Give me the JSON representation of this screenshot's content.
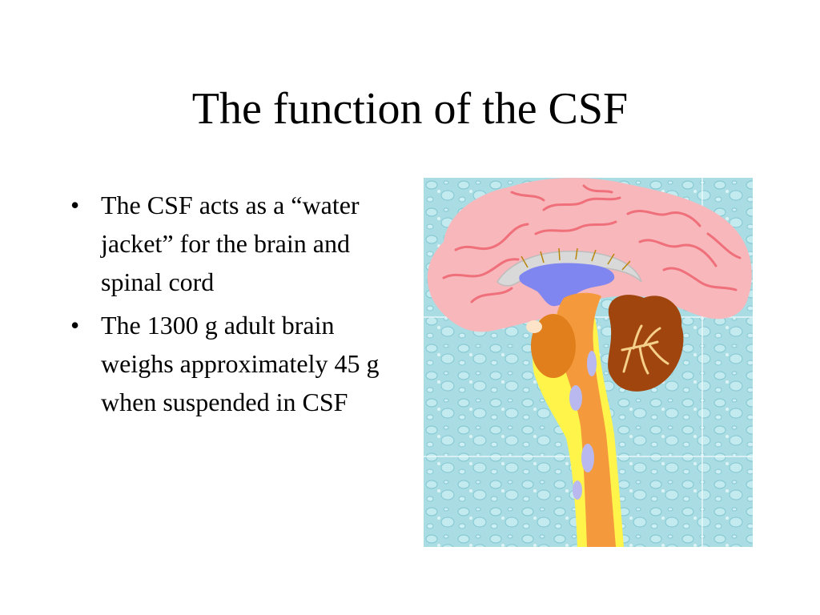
{
  "slide": {
    "title": "The function of the CSF",
    "bullet_glyph": "•",
    "bullets": [
      {
        "text": "The CSF acts as a “water jacket” for the brain and spinal cord"
      },
      {
        "text": "The 1300 g adult brain weighs approximately 45 g when suspended in CSF"
      }
    ]
  },
  "colors": {
    "background_water": "#a9dce3",
    "cerebrum": "#f7b7bb",
    "cerebrum_folds": "#ef6f7a",
    "ventricle": "#7f86f0",
    "corpus_callosum": "#d9d9d9",
    "brainstem": "#f59a3c",
    "thalamus": "#e07f1c",
    "cerebellum": "#a0450e",
    "csf_layer": "#fff44a",
    "csf_pockets": "#b9b8ef"
  },
  "figure": {
    "icon": "brain-sagittal-illustration"
  }
}
